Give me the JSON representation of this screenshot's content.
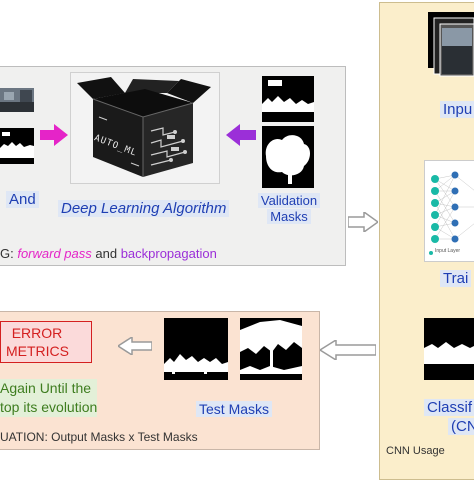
{
  "top_panel": {
    "left_label": "And",
    "algorithm_label": "Deep Learning Algorithm",
    "box_label": "AUTO_ML",
    "validation_label_1": "Validation",
    "validation_label_2": "Masks",
    "training_prefix": "G: ",
    "training_forward": "forward pass",
    "training_and": " and ",
    "training_backprop": "backpropagation"
  },
  "bottom_panel": {
    "error_line1": "ERROR",
    "error_line2": "METRICS",
    "again_line1": "Again Until the",
    "again_line2": "top its evolution",
    "test_masks_label": "Test Masks",
    "evaluation_label": "UATION: Output Masks x Test Masks"
  },
  "right_panel": {
    "input_label": "Inpu",
    "train_label": "Trai",
    "classif_line1": "Classif",
    "classif_line2": "(CN",
    "cnn_usage_label": "CNN Usage",
    "cnn_input_caption": "Input Layer"
  },
  "colors": {
    "magenta_arrow": "#e524c8",
    "purple_arrow": "#9b2fd8",
    "blue_text": "#1f3fb3",
    "green_text": "#3e7d1f",
    "error_red": "#d42020",
    "gray_arrow": "#9a9a9a"
  }
}
